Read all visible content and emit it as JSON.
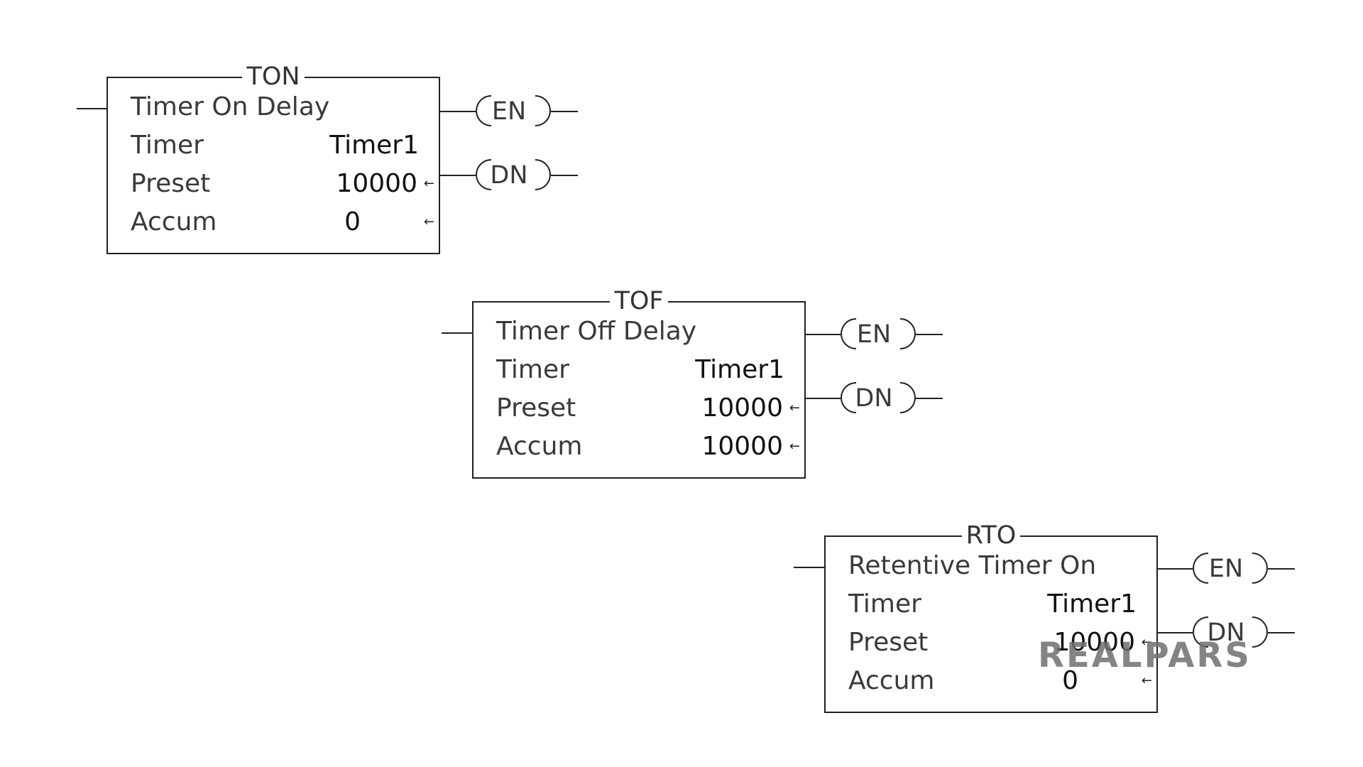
{
  "blocks": {
    "ton": {
      "type": "TON",
      "title": "Timer On Delay",
      "timer_label": "Timer",
      "timer_value": "Timer1",
      "preset_label": "Preset",
      "preset_value": "10000",
      "accum_label": "Accum",
      "accum_value": "0",
      "coil_en": "EN",
      "coil_dn": "DN"
    },
    "tof": {
      "type": "TOF",
      "title": "Timer Off Delay",
      "timer_label": "Timer",
      "timer_value": "Timer1",
      "preset_label": "Preset",
      "preset_value": "10000",
      "accum_label": "Accum",
      "accum_value": "10000",
      "coil_en": "EN",
      "coil_dn": "DN"
    },
    "rto": {
      "type": "RTO",
      "title": "Retentive Timer On",
      "timer_label": "Timer",
      "timer_value": "Timer1",
      "preset_label": "Preset",
      "preset_value": "10000",
      "accum_label": "Accum",
      "accum_value": "0",
      "coil_en": "EN",
      "coil_dn": "DN"
    }
  },
  "arrow_glyph": "←",
  "watermark": "REALPARS"
}
